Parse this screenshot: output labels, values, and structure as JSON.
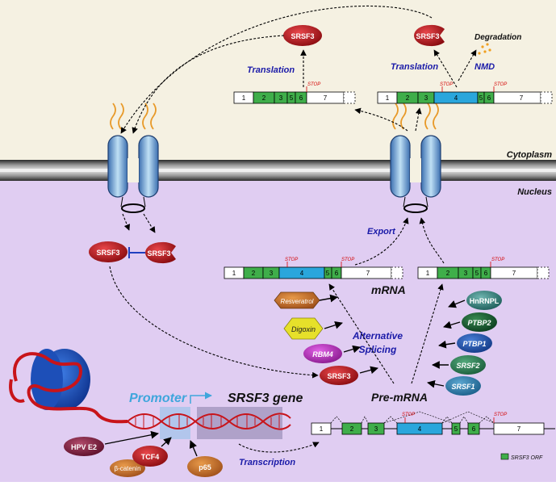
{
  "regions": {
    "cytoplasm": "Cytoplasm",
    "nucleus": "Nucleus"
  },
  "labels": {
    "translation_left": "Translation",
    "translation_right": "Translation",
    "nmd": "NMD",
    "degradation": "Degradation",
    "export": "Export",
    "mrna": "mRNA",
    "alt_splicing_1": "Alternative",
    "alt_splicing_2": "Splicing",
    "pre_mrna": "Pre-mRNA",
    "promoter": "Promoter",
    "srsf3_gene": "SRSF3 gene",
    "transcription": "Transcription",
    "stop": "STOP",
    "legend_orf": "SRSF3 ORF"
  },
  "proteins": {
    "srsf3": "SRSF3",
    "resveratrol": "Resveratrol",
    "digoxin": "Digoxin",
    "rbm4": "RBM4",
    "hnrnpl": "HnRNPL",
    "ptbp2": "PTBP2",
    "ptbp1": "PTBP1",
    "srsf2": "SRSF2",
    "srsf1": "SRSF1",
    "hpv_e2": "HPV E2",
    "tcf4": "TCF4",
    "beta_catenin": "β-catenin",
    "p65": "p65"
  },
  "exons": {
    "e1": "1",
    "e2": "2",
    "e3": "3",
    "e4": "4",
    "e5": "5",
    "e6": "6",
    "e7": "7"
  },
  "colors": {
    "cytoplasm_bg": "#f5f1e2",
    "nucleus_bg": "#e0cdf2",
    "exon_green": "#3fae4a",
    "exon_blue": "#2aa6dc",
    "srsf3_red": "#b1141a"
  }
}
